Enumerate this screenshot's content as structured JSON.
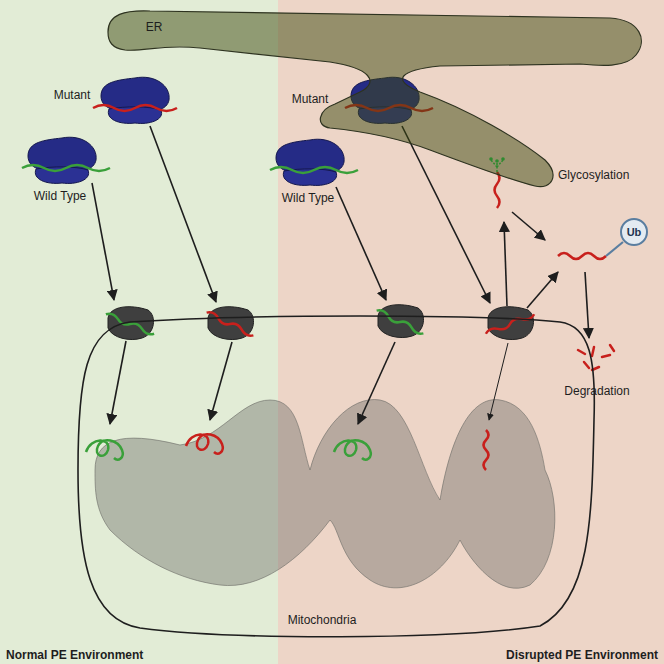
{
  "diagram": {
    "nodes": [
      {
        "text": [
          "Normal PE Environment"
        ]
      },
      {
        "text": [
          "Disrupted PE Environment"
        ]
      },
      {
        "text": [
          "ER"
        ]
      },
      {
        "text": [
          "Ub"
        ],
        "in": 1
      },
      {
        "text": [
          "Mitochondria"
        ]
      }
    ],
    "labels": [
      "Mutant",
      "Wild Type",
      "Mutant",
      "Wild Type",
      "Glycosylation",
      "Degradation"
    ]
  }
}
